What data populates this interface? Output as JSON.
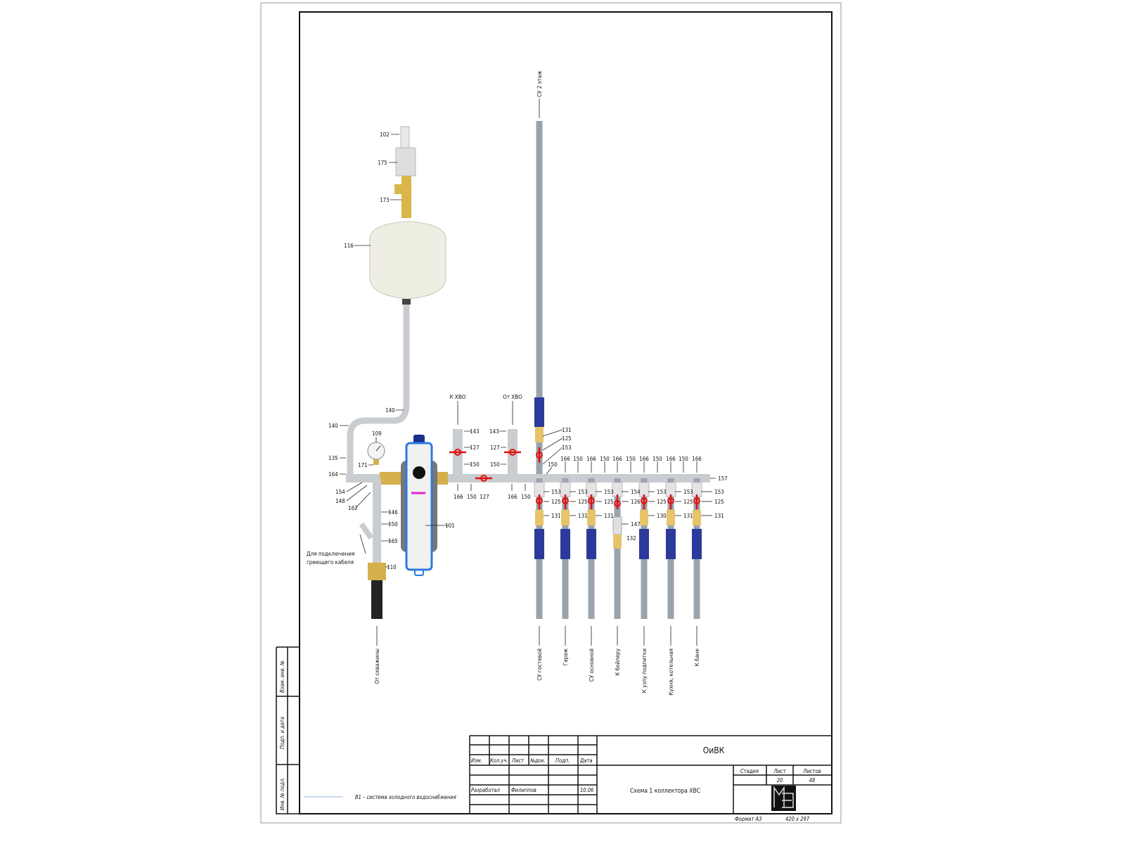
{
  "title_block": {
    "project": "ОиВК",
    "sheet_title": "Схема 1 коллектора ХВС",
    "headers": [
      "Изм.",
      "Кол.уч.",
      "Лист",
      "№док.",
      "Подп.",
      "Дата"
    ],
    "developed_label": "Разработал",
    "developer": "Филиппов",
    "date": "10.06",
    "stage_label": "Стадия",
    "sheet_label": "Лист",
    "sheets_label": "Листов",
    "sheet_number": "20",
    "sheets_total": "48",
    "format": "Формат А3",
    "size": "420 x 297",
    "logo_text": "МВ"
  },
  "side_stamp": [
    "Взам. инв. №",
    "Подп. и дата",
    "Инв. № подл."
  ],
  "legend": {
    "text": "В1 – система холодного водоснабжения",
    "color": "#8fb7e0"
  },
  "directions": {
    "upper_floor": "СУ 2 этаж",
    "to_treatment": "К ХВО",
    "from_treatment": "От ХВО",
    "heating_cable": [
      "Для подключения",
      "греющего кабеля"
    ],
    "outlets": [
      "От скважины",
      "СУ гостевой",
      "Гараж",
      "СУ основной",
      "К бойлеру",
      "К узлу подпитки",
      "Кухня, котельная",
      "К бане"
    ]
  },
  "callouts": {
    "tank": [
      "102",
      "175",
      "173",
      "116"
    ],
    "inlet": [
      "140",
      "140",
      "109",
      "135",
      "171",
      "164",
      "154",
      "148",
      "162",
      "146",
      "150",
      "165",
      "110",
      "101"
    ],
    "treatment": [
      "143",
      "127",
      "150",
      "166",
      "150",
      "127",
      "143",
      "127",
      "150",
      "166",
      "150"
    ],
    "riser": [
      "131",
      "125",
      "153",
      "150"
    ],
    "manifold_top": [
      "166",
      "150",
      "166",
      "150",
      "166",
      "150",
      "166",
      "150",
      "166",
      "150",
      "166",
      "157"
    ],
    "branch_row1": [
      "153",
      "153",
      "153",
      "154",
      "153",
      "153",
      "153"
    ],
    "branch_row2": [
      "125",
      "125",
      "125",
      "126",
      "125",
      "125",
      "125"
    ],
    "branch_row3": [
      "131",
      "131",
      "131",
      "147",
      "130",
      "131",
      "131"
    ],
    "boiler_extra": "132"
  },
  "colors": {
    "pipe": "#c9ccd0",
    "blue_insulation": "#2b3a9a",
    "brass": "#e6c46a",
    "valve": "#e01010",
    "tank": "#efeee2"
  }
}
